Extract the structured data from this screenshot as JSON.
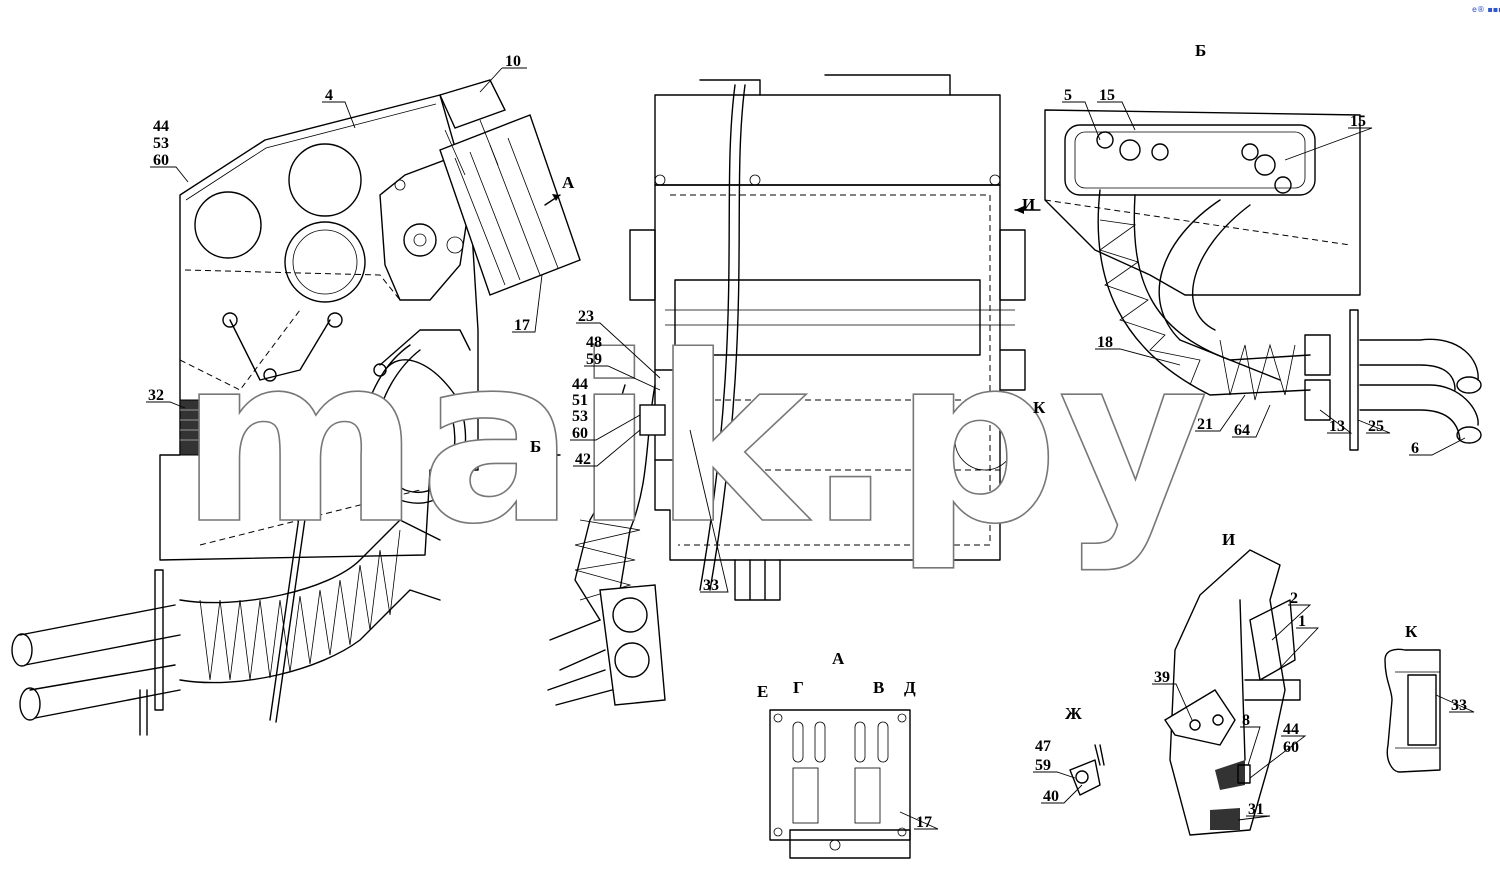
{
  "watermark": "maik.py",
  "corner_mark": "e® ▪▪▪",
  "view_letters": {
    "b_top": "Б",
    "a": "А",
    "zh": "Ж",
    "i": "И",
    "k": "К",
    "arrow_a": "А",
    "arrow_b": "Б",
    "arrow_i": "И",
    "arrow_k": "К",
    "slot_e": "Е",
    "slot_g": "Г",
    "slot_v": "В",
    "slot_d": "Д"
  },
  "callouts": {
    "p10": "10",
    "p4": "4",
    "p44a": "44",
    "p53a": "53",
    "p60a": "60",
    "p17a": "17",
    "p32": "32",
    "p23": "23",
    "p48": "48",
    "p59a": "59",
    "p44b": "44",
    "p51": "51",
    "p53b": "53",
    "p60b": "60",
    "p42": "42",
    "p33a": "33",
    "p5": "5",
    "p15a": "15",
    "p15b": "15",
    "p18": "18",
    "p21": "21",
    "p64": "64",
    "p13": "13",
    "p25": "25",
    "p6": "6",
    "p17b": "17",
    "p47": "47",
    "p59b": "59",
    "p40": "40",
    "p2": "2",
    "p1": "1",
    "p39": "39",
    "p8": "8",
    "p44c": "44",
    "p60c": "60",
    "p31": "31",
    "p33b": "33"
  }
}
